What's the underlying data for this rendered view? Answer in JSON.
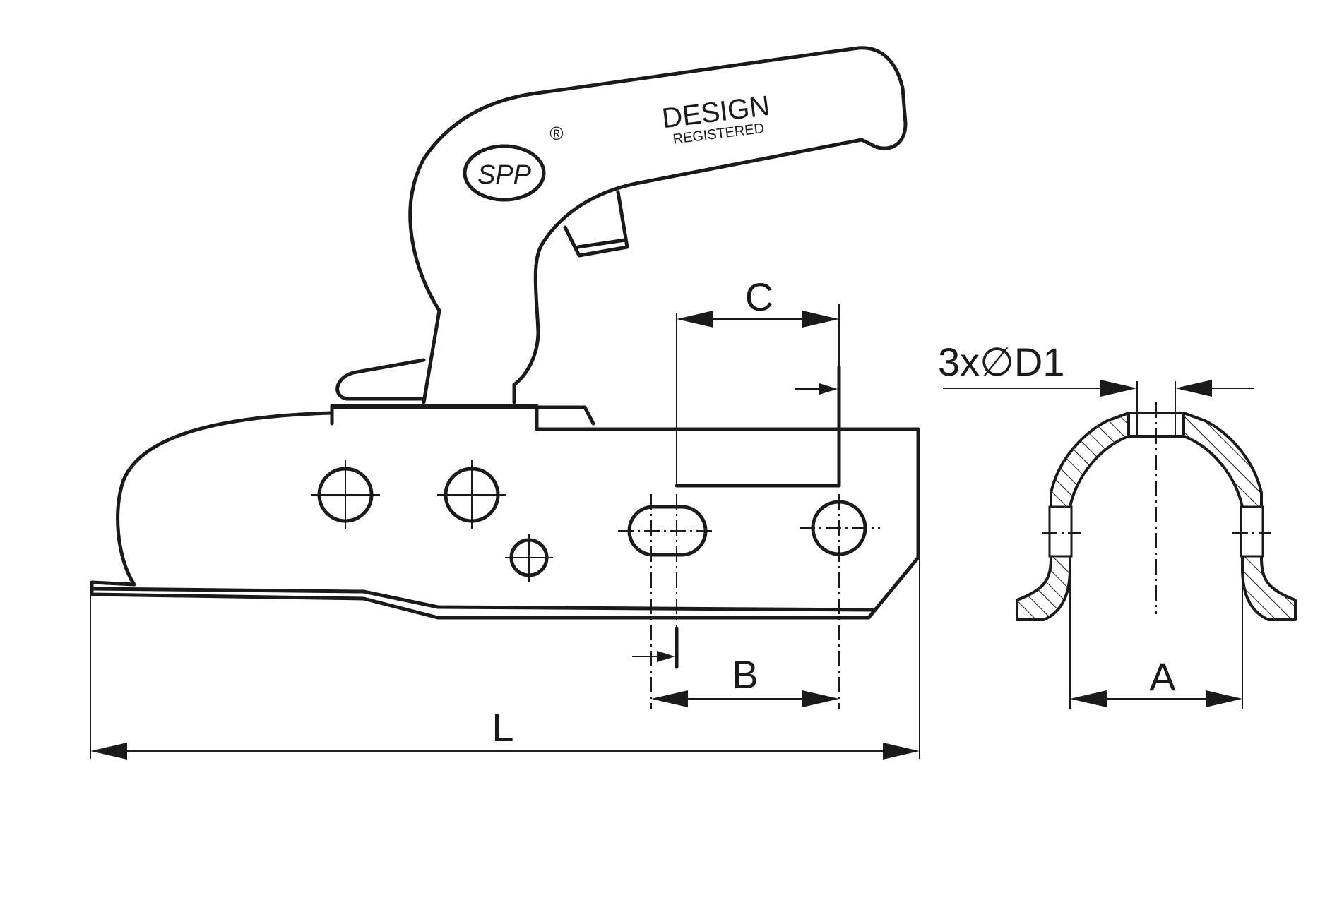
{
  "labels": {
    "dim_c": "C",
    "dim_b": "B",
    "dim_l": "L",
    "dim_a": "A",
    "dim_d1": "3x∅D1"
  },
  "handle": {
    "brand_line1": "DESIGN",
    "brand_line2": "REGISTERED",
    "logo_text": "SPP",
    "registered_mark": "®"
  }
}
